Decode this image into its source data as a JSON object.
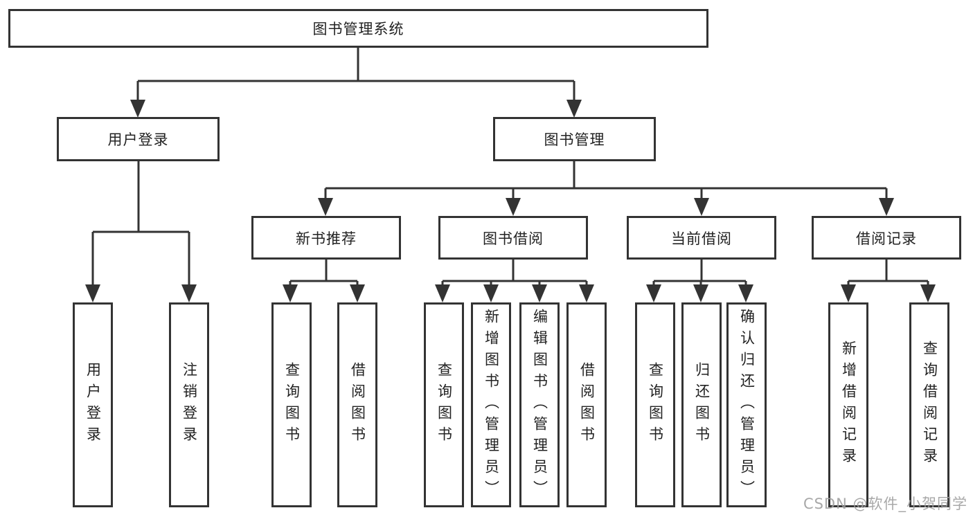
{
  "diagram": {
    "type": "hierarchy-tree",
    "tree": {
      "root": {
        "label": "图书管理系统",
        "children": [
          {
            "label": "用户登录",
            "children": [
              {
                "label": "用户登录"
              },
              {
                "label": "注销登录"
              }
            ]
          },
          {
            "label": "图书管理",
            "children": [
              {
                "label": "新书推荐",
                "children": [
                  {
                    "label": "查询图书"
                  },
                  {
                    "label": "借阅图书"
                  }
                ]
              },
              {
                "label": "图书借阅",
                "children": [
                  {
                    "label": "查询图书"
                  },
                  {
                    "label": "新增图书（管理员）"
                  },
                  {
                    "label": "编辑图书（管理员）"
                  },
                  {
                    "label": "借阅图书"
                  }
                ]
              },
              {
                "label": "当前借阅",
                "children": [
                  {
                    "label": "查询图书"
                  },
                  {
                    "label": "归还图书"
                  },
                  {
                    "label": "确认归还（管理员）"
                  }
                ]
              },
              {
                "label": "借阅记录",
                "children": [
                  {
                    "label": "新增借阅记录"
                  },
                  {
                    "label": "查询借阅记录"
                  }
                ]
              }
            ]
          }
        ]
      }
    },
    "colors": {
      "line": "#333333",
      "box_border": "#333333",
      "box_fill": "#ffffff",
      "text": "#222222",
      "background": "#ffffff",
      "watermark": "#9e9e9e"
    }
  },
  "watermark": {
    "text": "CSDN @软件_小贺同学"
  }
}
